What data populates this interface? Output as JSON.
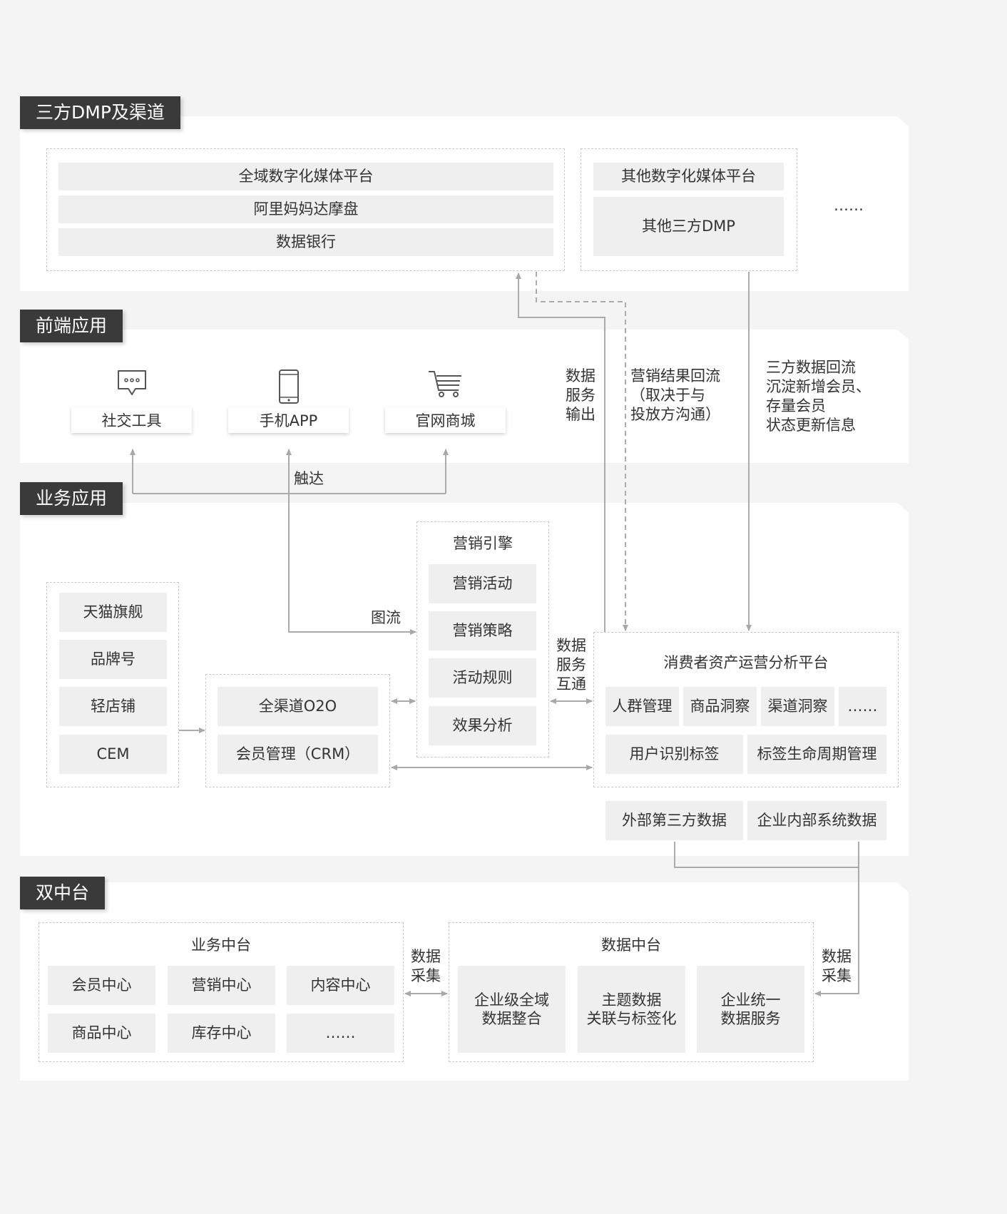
{
  "sections": {
    "dmp": "三方DMP及渠道",
    "frontend": "前端应用",
    "business": "业务应用",
    "dual": "双中台"
  },
  "dmp": {
    "left_items": [
      "全域数字化媒体平台",
      "阿里妈妈达摩盘",
      "数据银行"
    ],
    "right_items": [
      "其他数字化媒体平台",
      "其他三方DMP"
    ],
    "more": "……"
  },
  "frontend": {
    "cards": [
      {
        "label": "社交工具",
        "icon": "chat-bubble-icon"
      },
      {
        "label": "手机APP",
        "icon": "mobile-phone-icon"
      },
      {
        "label": "官网商城",
        "icon": "shopping-cart-icon"
      }
    ]
  },
  "flow_labels": {
    "data_out": "数据\n服务\n输出",
    "marketing_return": "营销结果回流\n（取决于与\n投放方沟通）",
    "third_return": "三方数据回流\n沉淀新增会员、\n存量会员\n状态更新信息",
    "reach": "触达",
    "image_flow": "图流",
    "data_exchange": "数据\n服务\n互通",
    "collect_left": "数据\n采集",
    "collect_right": "数据\n采集"
  },
  "business": {
    "channels": [
      "天猫旗舰",
      "品牌号",
      "轻店铺",
      "CEM"
    ],
    "o2o": [
      "全渠道O2O",
      "会员管理（CRM）"
    ],
    "engine": {
      "title": "营销引擎",
      "items": [
        "营销活动",
        "营销策略",
        "活动规则",
        "效果分析"
      ]
    },
    "platform": {
      "title": "消费者资产运营分析平台",
      "row1": [
        "人群管理",
        "商品洞察",
        "渠道洞察",
        "……"
      ],
      "row2": [
        "用户识别标签",
        "标签生命周期管理"
      ]
    },
    "sources": [
      "外部第三方数据",
      "企业内部系统数据"
    ]
  },
  "dual": {
    "biz": {
      "title": "业务中台",
      "items": [
        "会员中心",
        "营销中心",
        "内容中心",
        "商品中心",
        "库存中心",
        "……"
      ]
    },
    "data": {
      "title": "数据中台",
      "items": [
        "企业级全域\n数据整合",
        "主题数据\n关联与标签化",
        "企业统一\n数据服务"
      ]
    }
  }
}
